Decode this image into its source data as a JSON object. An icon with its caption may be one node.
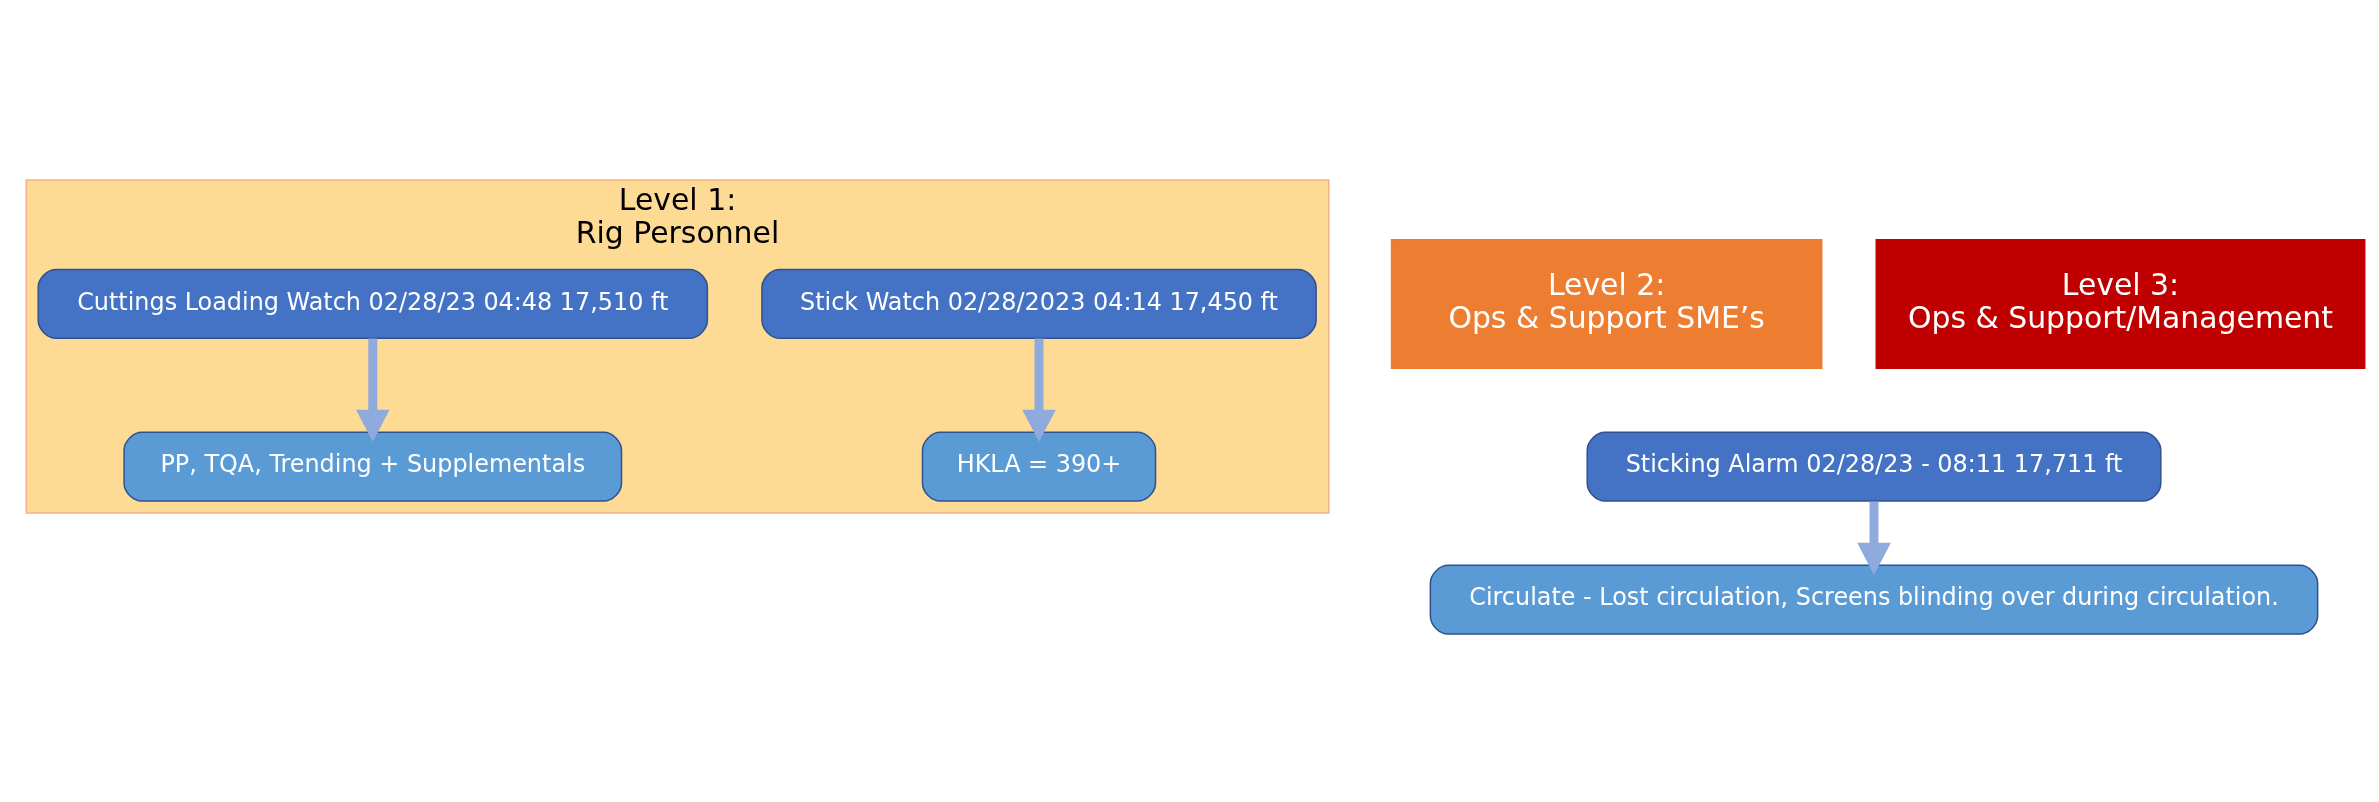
{
  "diagram": {
    "nodes": [
      {
        "text": [
          "Level 1:",
          "Rig Personnel"
        ]
      },
      {
        "text": [
          "Level 2:",
          "Ops & Support SME’s"
        ]
      },
      {
        "text": [
          "Level 3:",
          "Ops & Support/Management"
        ]
      },
      {
        "text": [
          "Stick Watch 02/28/2023 04:14 17,450 ft"
        ],
        "in": 0
      },
      {
        "text": [
          "Cuttings Loading Watch 02/28/23 04:48 17,510 ft"
        ],
        "in": 0
      },
      {
        "text": [
          "Sticking Alarm 02/28/23 - 08:11 17,711 ft"
        ]
      },
      {
        "text": [
          "HKLA = 390+"
        ],
        "in": 0
      },
      {
        "text": [
          "PP, TQA, Trending + Supplementals"
        ],
        "in": 0
      },
      {
        "text": [
          "Circulate - Lost circulation, Screens blinding over during circulation."
        ]
      }
    ],
    "edges": [
      {
        "from": 3,
        "to": 6,
        "arrow": "to"
      },
      {
        "from": 4,
        "to": 7,
        "arrow": "to"
      },
      {
        "from": 5,
        "to": 8,
        "arrow": "to"
      }
    ]
  }
}
